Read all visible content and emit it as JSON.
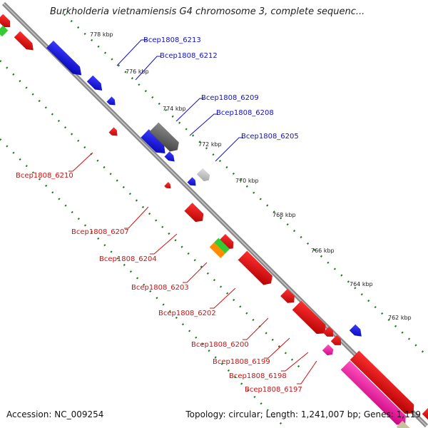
{
  "header": {
    "title": "Burkholderia vietnamiensis G4 chromosome 3, complete sequenc..."
  },
  "footer": {
    "accession": "Accession: NC_009254",
    "topology": "Topology: circular; Length: 1,241,007 bp; Genes: 1,119"
  },
  "ticks": [
    "778 kbp",
    "776 kbp",
    "774 kbp",
    "772 kbp",
    "770 kbp",
    "768 kbp",
    "766 kbp",
    "764 kbp",
    "762 kbp"
  ],
  "gene_labels_forward": [
    "Bcep1808_6213",
    "Bcep1808_6212",
    "Bcep1808_6209",
    "Bcep1808_6208",
    "Bcep1808_6205"
  ],
  "gene_labels_reverse": [
    "Bcep1808_6210",
    "Bcep1808_6207",
    "Bcep1808_6204",
    "Bcep1808_6203",
    "Bcep1808_6202",
    "Bcep1808_6200",
    "Bcep1808_6199",
    "Bcep1808_6198",
    "Bcep1808_6197"
  ],
  "colors": {
    "backbone": "#808080",
    "forward_gene": "#0000ee",
    "reverse_gene": "#ee0000",
    "pseudo_gene": "#606060",
    "rrna_like": "#ff1493",
    "green_gene": "#33cc33",
    "orange_gene": "#ff8c00",
    "tick_dots": "#1a7a1a",
    "label_forward": "#1010c8",
    "label_reverse": "#d01010"
  }
}
